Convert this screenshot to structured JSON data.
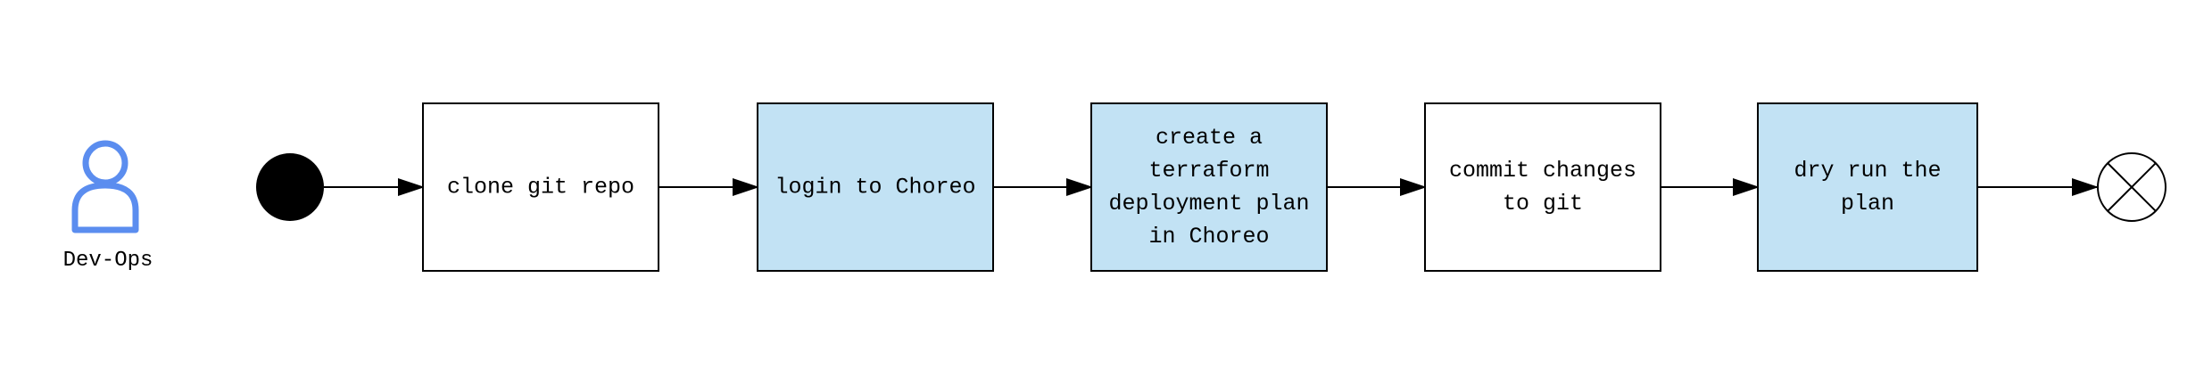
{
  "actor": {
    "label": "Dev-Ops",
    "icon": "user-icon",
    "color": "#5b8def"
  },
  "colors": {
    "highlight": "#c2e2f4",
    "plain": "#ffffff",
    "stroke": "#000000"
  },
  "steps": [
    {
      "lines": [
        "clone git repo"
      ],
      "highlighted": false
    },
    {
      "lines": [
        "login to Choreo"
      ],
      "highlighted": true
    },
    {
      "lines": [
        "create a",
        "terraform",
        "deployment plan",
        "in Choreo"
      ],
      "highlighted": true
    },
    {
      "lines": [
        "commit changes",
        "to git"
      ],
      "highlighted": false
    },
    {
      "lines": [
        "dry run the",
        "plan"
      ],
      "highlighted": true
    }
  ],
  "start_node": "start-circle",
  "end_node": "end-circle-x"
}
